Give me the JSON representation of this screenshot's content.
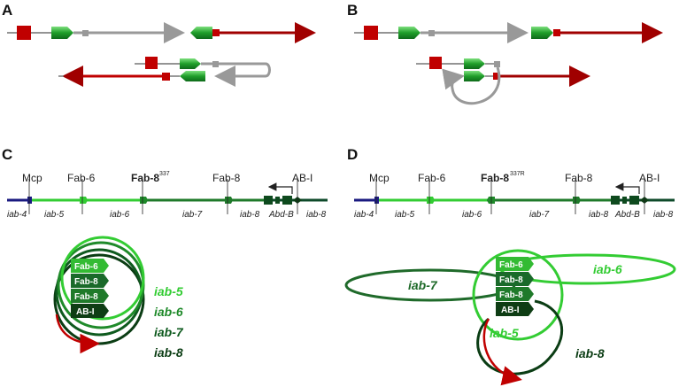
{
  "panels": {
    "a": "A",
    "b": "B",
    "c": "C",
    "d": "D"
  },
  "panel_c": {
    "elements": {
      "mcp": "Mcp",
      "fab6": "Fab-6",
      "fab8_main": "Fab-8",
      "fab8_sup": "337",
      "fab8": "Fab-8",
      "abi": "AB-I"
    },
    "domains": [
      "iab-4",
      "iab-5",
      "iab-6",
      "iab-7",
      "iab-8",
      "Abd-B",
      "iab-8"
    ],
    "boxes": [
      "Fab-6",
      "Fab-8",
      "Fab-8",
      "AB-I"
    ],
    "loops": [
      "iab-5",
      "iab-6",
      "iab-7",
      "iab-8"
    ]
  },
  "panel_d": {
    "elements": {
      "mcp": "Mcp",
      "fab6": "Fab-6",
      "fab8_main": "Fab-8",
      "fab8_sup": "337R",
      "fab8": "Fab-8",
      "abi": "AB-I"
    },
    "domains": [
      "iab-4",
      "iab-5",
      "iab-6",
      "iab-7",
      "iab-8",
      "Abd-B",
      "iab-8"
    ],
    "boxes": [
      "Fab-6",
      "Fab-8",
      "Fab-8",
      "AB-I"
    ],
    "loops": {
      "iab7": "iab-7",
      "iab6": "iab-6",
      "iab5": "iab-5",
      "iab8": "iab-8"
    }
  },
  "colors": {
    "red": "#c00000",
    "dark_red": "#a00000",
    "green": "#1e9a1e",
    "light_green": "#33cc33",
    "mid_green": "#1f8a2a",
    "dark_green": "#0e5a1e",
    "darkest_green": "#0b3d14",
    "gray": "#999999",
    "navy": "#1a1a80"
  }
}
